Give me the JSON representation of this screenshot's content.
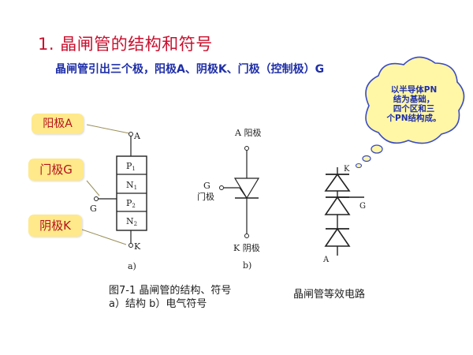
{
  "heading": {
    "title": "1. 晶闸管的结构和符号",
    "subtitle": "晶闸管引出三个极，阳极A、阴极K、门极（控制极）G"
  },
  "callouts": {
    "anode": "阳极A",
    "gate": "门极G",
    "cathode": "阴极K"
  },
  "thought_bubble": {
    "lines": [
      "以半导体PN",
      "结为基础，",
      "四个区和三",
      "个PN结构成。"
    ]
  },
  "structure_diagram": {
    "terminal_a": "A",
    "terminal_g": "G",
    "terminal_k": "K",
    "layers": [
      {
        "main": "P",
        "sub": "1"
      },
      {
        "main": "N",
        "sub": "1"
      },
      {
        "main": "P",
        "sub": "2"
      },
      {
        "main": "N",
        "sub": "2"
      }
    ],
    "label": "a)"
  },
  "symbol_diagram": {
    "anode_label": "A 阳极",
    "gate_letter": "G",
    "gate_label": "门极",
    "cathode_label": "K 阴极",
    "label": "b)"
  },
  "equivalent_circuit": {
    "label_k": "K",
    "label_g": "G",
    "label_a": "A",
    "caption": "晶闸管等效电路"
  },
  "figure_caption": {
    "line1": "图7-1   晶闸管的结构、符号",
    "line2": "a）结构         b）电气符号"
  },
  "colors": {
    "title": "#c8102e",
    "subtitle": "#1f2fa8",
    "callout_fill": "#ffe98a",
    "callout_text": "#b4121f",
    "bubble_fill": "#fff6a6",
    "bubble_stroke": "#3a4cc4"
  }
}
